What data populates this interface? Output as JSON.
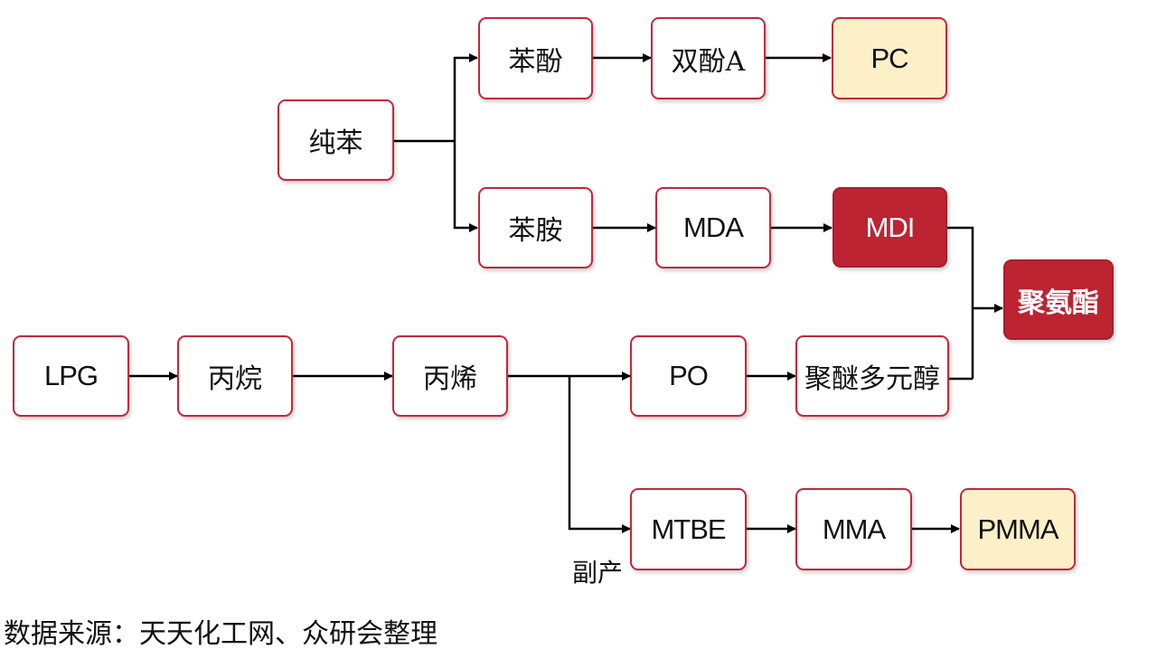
{
  "colors": {
    "border": "#c0293b",
    "highlight_fill": "#bc2432",
    "final_fill": "#fdf0c8",
    "line": "#000000"
  },
  "nodes": {
    "benzene": "纯苯",
    "phenol": "苯酚",
    "bpa": "双酚A",
    "pc": "PC",
    "aniline": "苯胺",
    "mda": "MDA",
    "mdi": "MDI",
    "polyurethane": "聚氨酯",
    "lpg": "LPG",
    "propane": "丙烷",
    "propylene": "丙烯",
    "po": "PO",
    "polyether_polyol": "聚醚多元醇",
    "mtbe": "MTBE",
    "mma": "MMA",
    "pmma": "PMMA"
  },
  "byproduct_label": "副产",
  "source_text": "数据来源：天天化工网、众研会整理"
}
